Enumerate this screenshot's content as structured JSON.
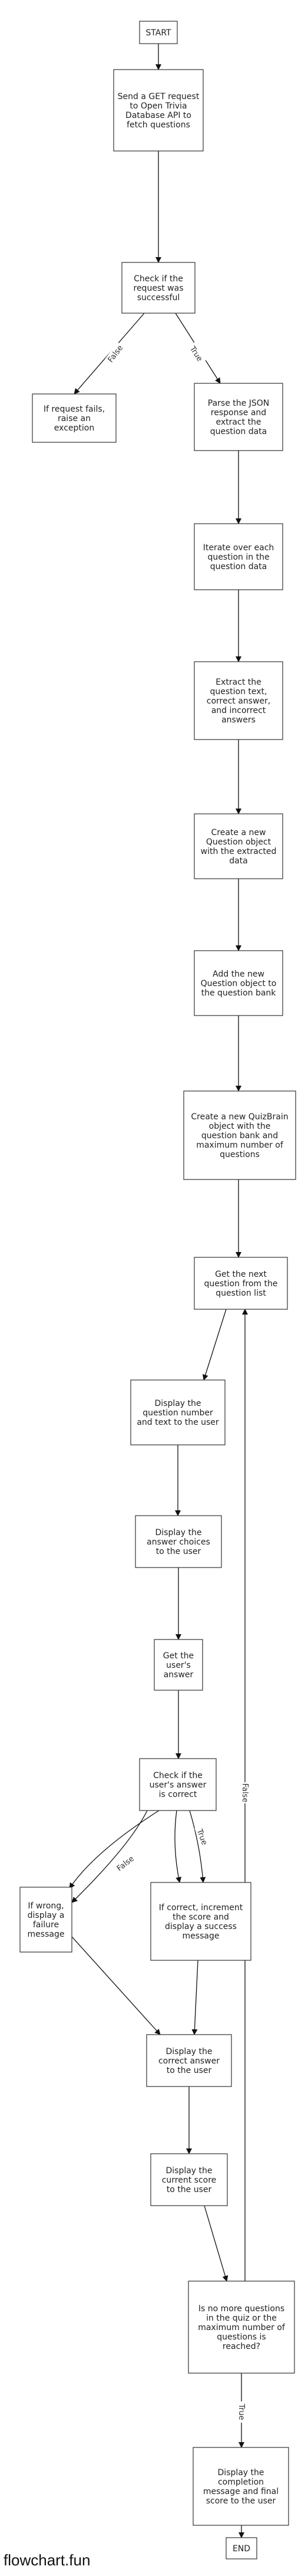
{
  "nodes": [
    {
      "id": "start",
      "lines": [
        "START"
      ]
    },
    {
      "id": "send_request",
      "lines": [
        "Send a GET request",
        "to Open Trivia",
        "Database API to",
        "fetch questions"
      ]
    },
    {
      "id": "check_success",
      "lines": [
        "Check if the",
        "request was",
        "successful"
      ]
    },
    {
      "id": "raise_exception",
      "lines": [
        "If request fails,",
        "raise an",
        "exception"
      ]
    },
    {
      "id": "parse_json",
      "lines": [
        "Parse the JSON",
        "response and",
        "extract the",
        "question data"
      ]
    },
    {
      "id": "iterate",
      "lines": [
        "Iterate over each",
        "question in the",
        "question data"
      ]
    },
    {
      "id": "extract_text",
      "lines": [
        "Extract the",
        "question text,",
        "correct answer,",
        "and incorrect",
        "answers"
      ]
    },
    {
      "id": "create_question",
      "lines": [
        "Create a new",
        "Question object",
        "with the extracted",
        "data"
      ]
    },
    {
      "id": "add_question",
      "lines": [
        "Add the new",
        "Question object to",
        "the question bank"
      ]
    },
    {
      "id": "create_quizbrain",
      "lines": [
        "Create a new QuizBrain",
        "object with the",
        "question bank and",
        "maximum number of",
        "questions"
      ]
    },
    {
      "id": "get_next",
      "lines": [
        "Get the next",
        "question from the",
        "question list"
      ]
    },
    {
      "id": "display_question",
      "lines": [
        "Display the",
        "question number",
        "and text to the user"
      ]
    },
    {
      "id": "display_choices",
      "lines": [
        "Display the",
        "answer choices",
        "to the user"
      ]
    },
    {
      "id": "get_answer",
      "lines": [
        "Get the",
        "user's",
        "answer"
      ]
    },
    {
      "id": "check_answer",
      "lines": [
        "Check if the",
        "user's answer",
        "is correct"
      ]
    },
    {
      "id": "wrong",
      "lines": [
        "If wrong,",
        "display a",
        "failure",
        "message"
      ]
    },
    {
      "id": "correct",
      "lines": [
        "If correct, increment",
        "the score and",
        "display a success",
        "message"
      ]
    },
    {
      "id": "display_correct",
      "lines": [
        "Display the",
        "correct answer",
        "to the user"
      ]
    },
    {
      "id": "display_score",
      "lines": [
        "Display the",
        "current score",
        "to the user"
      ]
    },
    {
      "id": "check_more",
      "lines": [
        "Is no more questions",
        "in the quiz or the",
        "maximum number of",
        "questions is",
        "reached?"
      ]
    },
    {
      "id": "display_completion",
      "lines": [
        "Display the",
        "completion",
        "message and final",
        "score to the user"
      ]
    },
    {
      "id": "end",
      "lines": [
        "END"
      ]
    }
  ],
  "edges": [
    {
      "from": "start",
      "to": "send_request",
      "label": ""
    },
    {
      "from": "send_request",
      "to": "check_success",
      "label": ""
    },
    {
      "from": "check_success",
      "to": "raise_exception",
      "label": "False"
    },
    {
      "from": "check_success",
      "to": "parse_json",
      "label": "True"
    },
    {
      "from": "parse_json",
      "to": "iterate",
      "label": ""
    },
    {
      "from": "iterate",
      "to": "extract_text",
      "label": ""
    },
    {
      "from": "extract_text",
      "to": "create_question",
      "label": ""
    },
    {
      "from": "create_question",
      "to": "add_question",
      "label": ""
    },
    {
      "from": "add_question",
      "to": "create_quizbrain",
      "label": ""
    },
    {
      "from": "create_quizbrain",
      "to": "get_next",
      "label": ""
    },
    {
      "from": "get_next",
      "to": "display_question",
      "label": ""
    },
    {
      "from": "display_question",
      "to": "display_choices",
      "label": ""
    },
    {
      "from": "display_choices",
      "to": "get_answer",
      "label": ""
    },
    {
      "from": "get_answer",
      "to": "check_answer",
      "label": ""
    },
    {
      "from": "check_answer",
      "to": "wrong",
      "label": "False"
    },
    {
      "from": "check_answer",
      "to": "correct",
      "label": "True"
    },
    {
      "from": "check_answer",
      "to": "wrong",
      "label": ""
    },
    {
      "from": "check_answer",
      "to": "correct",
      "label": ""
    },
    {
      "from": "wrong",
      "to": "display_correct",
      "label": ""
    },
    {
      "from": "correct",
      "to": "display_correct",
      "label": ""
    },
    {
      "from": "display_correct",
      "to": "display_score",
      "label": ""
    },
    {
      "from": "display_score",
      "to": "check_more",
      "label": ""
    },
    {
      "from": "check_more",
      "to": "display_completion",
      "label": "True"
    },
    {
      "from": "check_more",
      "to": "get_next",
      "label": "False"
    },
    {
      "from": "display_completion",
      "to": "end",
      "label": ""
    }
  ],
  "watermark": "flowchart.fun"
}
